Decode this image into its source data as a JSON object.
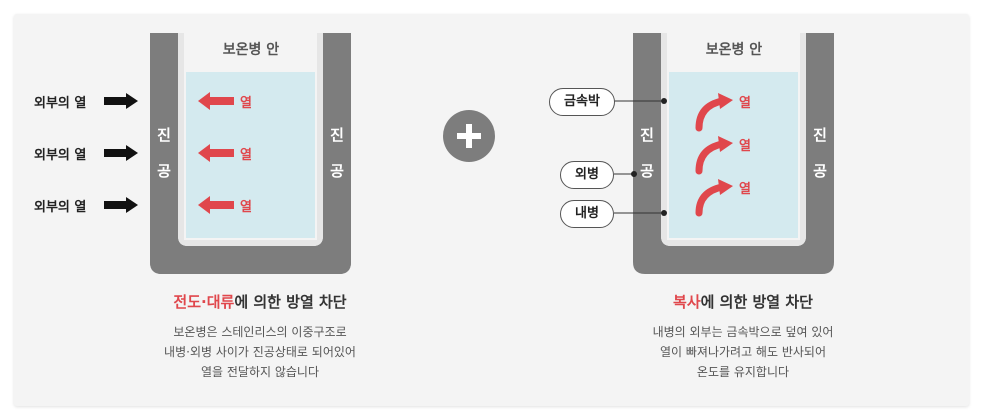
{
  "left": {
    "flask_label": "보온병 안",
    "vacuum_left": [
      "진",
      "공"
    ],
    "vacuum_right": [
      "진",
      "공"
    ],
    "outer_heat": [
      "외부의 열",
      "외부의 열",
      "외부의 열"
    ],
    "inner_heat": [
      "열",
      "열",
      "열"
    ],
    "caption_title_red": "전도·대류",
    "caption_title_rest": "에 의한 방열 차단",
    "caption_body": [
      "보온병은 스테인리스의 이중구조로",
      "내병·외병 사이가 진공상태로 되어있어",
      "열을 전달하지 않습니다"
    ]
  },
  "right": {
    "flask_label": "보온병 안",
    "vacuum_left": [
      "진",
      "공"
    ],
    "vacuum_right": [
      "진",
      "공"
    ],
    "callouts": [
      "금속박",
      "외병",
      "내병"
    ],
    "inner_heat": [
      "열",
      "열",
      "열"
    ],
    "caption_title_red": "복사",
    "caption_title_rest": "에 의한 방열 차단",
    "caption_body": [
      "내병의 외부는 금속박으로 덮여 있어",
      "열이 빠져나가려고 해도 반사되어",
      "온도를 유지합니다"
    ]
  },
  "colors": {
    "accent": "#e0474c",
    "flask": "#7d7d7d",
    "water": "#d4eaef",
    "card": "#f4f4f4"
  }
}
